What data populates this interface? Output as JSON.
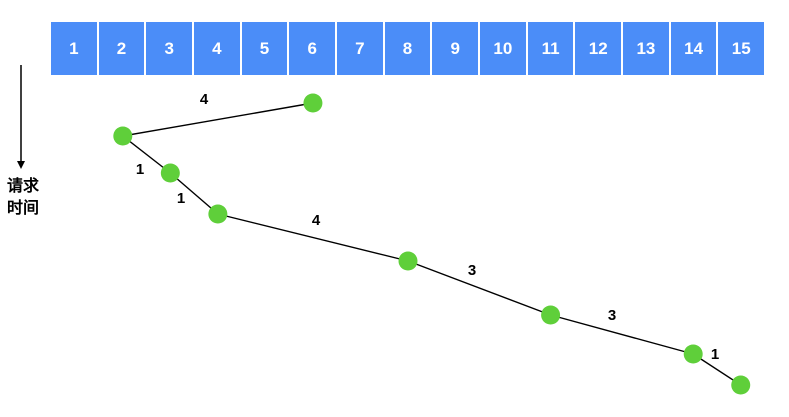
{
  "cylinders": [
    "1",
    "2",
    "3",
    "4",
    "5",
    "6",
    "7",
    "8",
    "9",
    "10",
    "11",
    "12",
    "13",
    "14",
    "15"
  ],
  "axis_label_line1": "请求",
  "axis_label_line2": "时间",
  "requests": [
    {
      "cylinder": 6,
      "time": 0
    },
    {
      "cylinder": 2,
      "time": 1
    },
    {
      "cylinder": 3,
      "time": 2
    },
    {
      "cylinder": 4,
      "time": 3
    },
    {
      "cylinder": 8,
      "time": 4
    },
    {
      "cylinder": 11,
      "time": 5
    },
    {
      "cylinder": 14,
      "time": 6
    },
    {
      "cylinder": 15,
      "time": 7
    }
  ],
  "seek_distances": [
    "4",
    "1",
    "1",
    "4",
    "3",
    "3",
    "1"
  ],
  "colors": {
    "track": "#4b8df8",
    "node": "#5fcf3a",
    "line": "#000000"
  }
}
